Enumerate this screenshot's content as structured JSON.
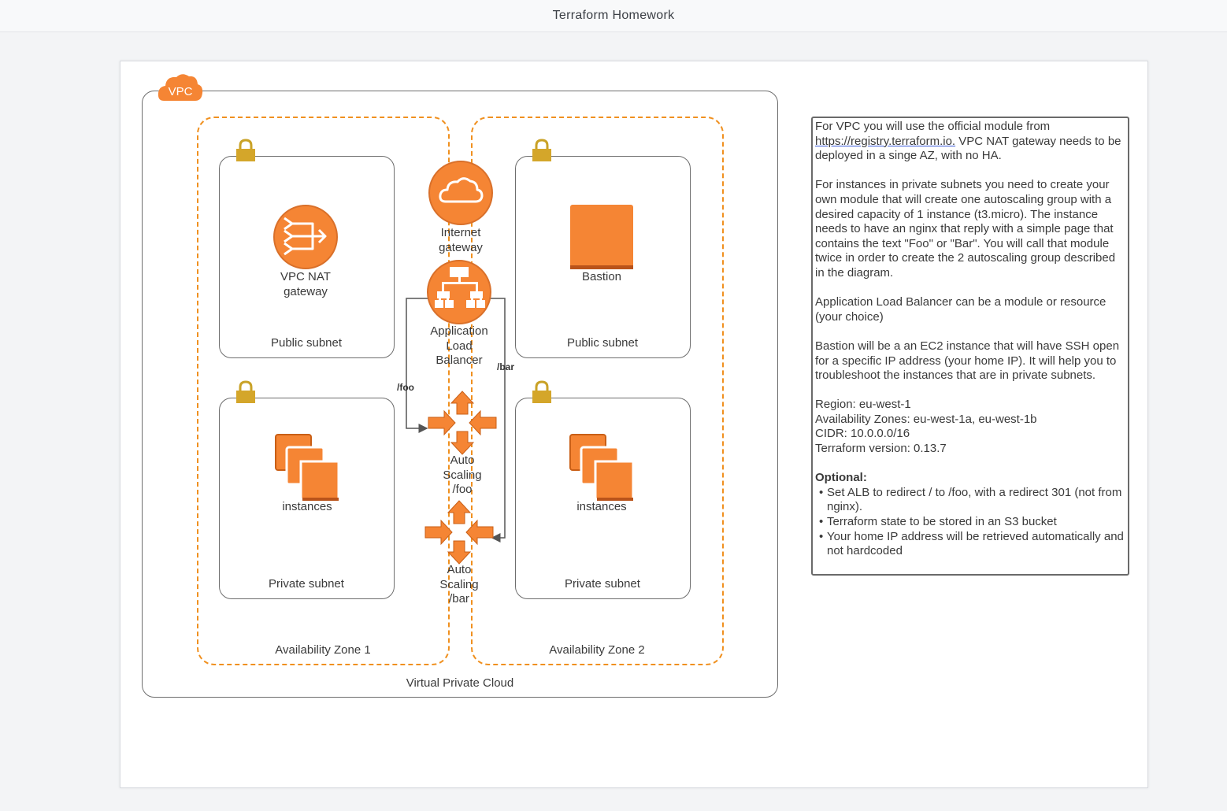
{
  "header": {
    "title": "Terraform Homework"
  },
  "diagram": {
    "vpc_badge": "VPC",
    "vpc_label": "Virtual Private Cloud",
    "az1_label": "Availability Zone 1",
    "az2_label": "Availability Zone 2",
    "public_subnet_label": "Public subnet",
    "private_subnet_label": "Private subnet",
    "nat_gateway_label_1": "VPC NAT",
    "nat_gateway_label_2": "gateway",
    "internet_gateway_label_1": "Internet",
    "internet_gateway_label_2": "gateway",
    "alb_label_1": "Application",
    "alb_label_2": "Load",
    "alb_label_3": "Balancer",
    "bastion_label": "Bastion",
    "instances_label": "instances",
    "asg_foo_label_1": "Auto",
    "asg_foo_label_2": "Scaling",
    "asg_foo_label_3": "/foo",
    "asg_bar_label_1": "Auto",
    "asg_bar_label_2": "Scaling",
    "asg_bar_label_3": "/bar",
    "route_foo": "/foo",
    "route_bar": "/bar"
  },
  "notes": {
    "p1_prefix": "For VPC you will use the official module from ",
    "p1_link": "https://registry.terraform.io.",
    "p1_suffix": " VPC NAT gateway needs to be deployed in a singe AZ, with no HA.",
    "p2": "For instances in private subnets you need to create your own module that will create one autoscaling group with a desired capacity of 1 instance (t3.micro). The instance needs to have an nginx that reply with a simple page that contains the text \"Foo\" or \"Bar\". You will call that module twice in order to create the 2 autoscaling group described in the diagram.",
    "p3": "Application Load Balancer can be a module or resource (your choice)",
    "p4": "Bastion will be a an EC2 instance that will have SSH open for a specific IP address (your home IP). It will help you to troubleshoot the instances that are in private subnets.",
    "region": "Region: eu-west-1",
    "azs": "Availability Zones: eu-west-1a, eu-west-1b",
    "cidr": "CIDR: 10.0.0.0/16",
    "tf_version": "Terraform version: 0.13.7",
    "optional_title": "Optional:",
    "optional_items": [
      "Set ALB to redirect / to /foo, with a redirect 301 (not from nginx).",
      "Terraform state to be stored in an S3 bucket",
      "Your home IP address will be retrieved automatically and not hardcoded"
    ]
  },
  "colors": {
    "aws_orange": "#f58534",
    "az_dash": "#f0901f",
    "lock_gold": "#d4a62a"
  }
}
